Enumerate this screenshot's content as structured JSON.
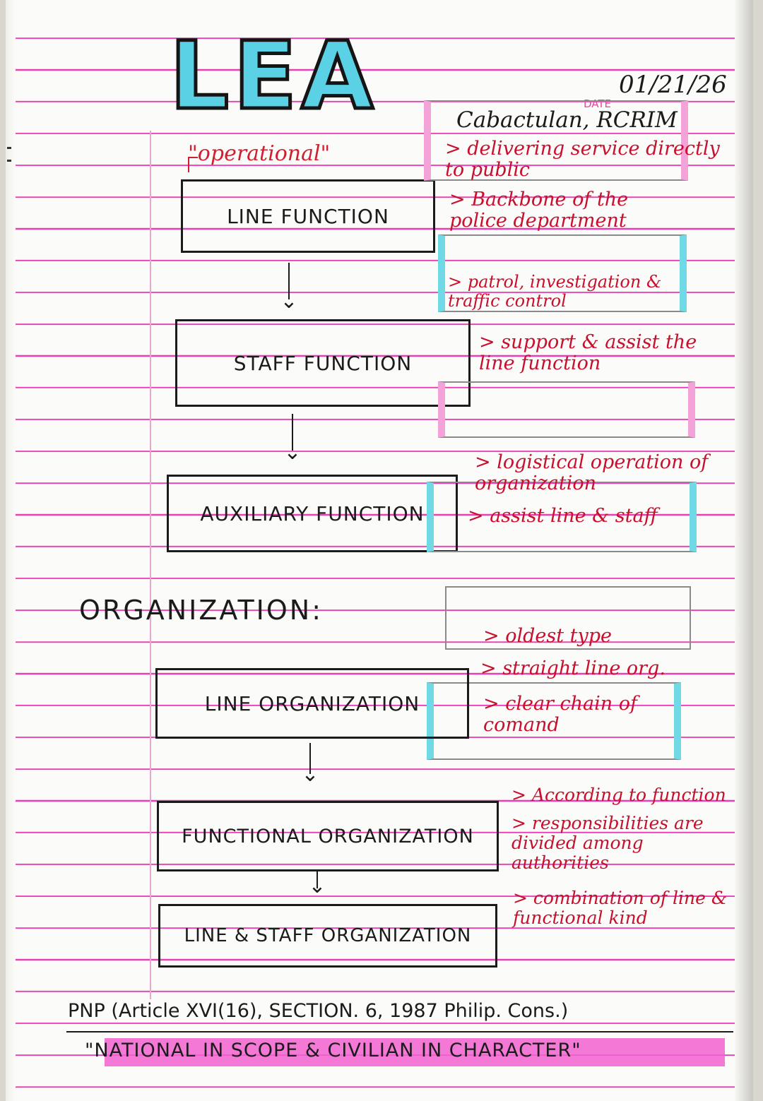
{
  "title": "LEA",
  "date_label": "DATE",
  "date": "01/21/26",
  "author": "Cabactulan, RCRIM",
  "functions": {
    "label": "\"operational\"",
    "line": {
      "name": "LINE FUNCTION",
      "notes": [
        "> delivering service directly to public",
        "> Backbone of the police department",
        "> patrol, investigation & traffic control"
      ]
    },
    "staff": {
      "name": "STAFF FUNCTION",
      "notes": [
        "> support & assist the line function"
      ]
    },
    "auxiliary": {
      "name": "AUXILIARY FUNCTION",
      "notes": [
        "> logistical operation of organization",
        "> assist line & staff"
      ]
    }
  },
  "organization": {
    "heading": "ORGANIZATION:",
    "line": {
      "name": "LINE ORGANIZATION",
      "notes": [
        "> oldest type",
        "> straight line org.",
        "> clear chain of comand"
      ]
    },
    "functional": {
      "name": "FUNCTIONAL ORGANIZATION",
      "notes": [
        "> According to function",
        "> responsibilities are divided among authorities"
      ]
    },
    "line_staff": {
      "name": "LINE & STAFF ORGANIZATION",
      "notes": [
        "> combination of line & functional kind"
      ]
    }
  },
  "footer": {
    "reference": "PNP (Article XVI(16), SECTION. 6, 1987 Philip. Cons.)",
    "quote": "\"NATIONAL IN SCOPE & CIVILIAN IN CHARACTER\""
  },
  "colors": {
    "title_fill": "#5bd1e6",
    "rule_lines": "#e83fb4",
    "notes_ink": "#c8102e",
    "highlight_pink": "#f262d0",
    "highlight_cyan": "#6fd9e5"
  }
}
